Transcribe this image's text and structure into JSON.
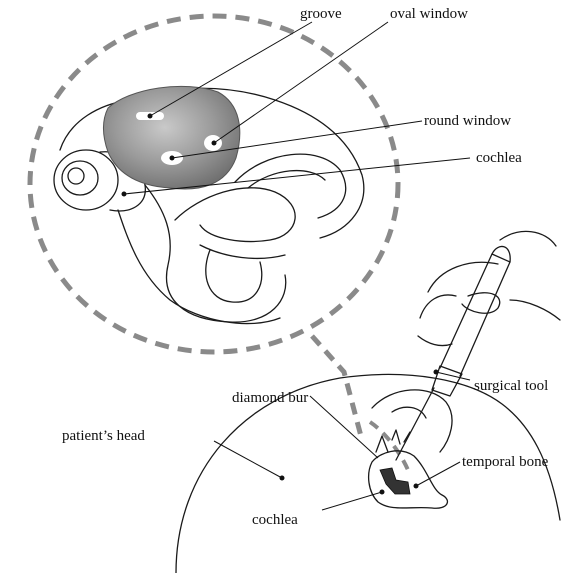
{
  "labels": {
    "groove": "groove",
    "oval_window": "oval window",
    "round_window": "round window",
    "cochlea_top": "cochlea",
    "surgical_tool": "surgical tool",
    "diamond_bur": "diamond bur",
    "patients_head": "patient’s head",
    "temporal_bone": "temporal bone",
    "cochlea_bottom": "cochlea"
  }
}
